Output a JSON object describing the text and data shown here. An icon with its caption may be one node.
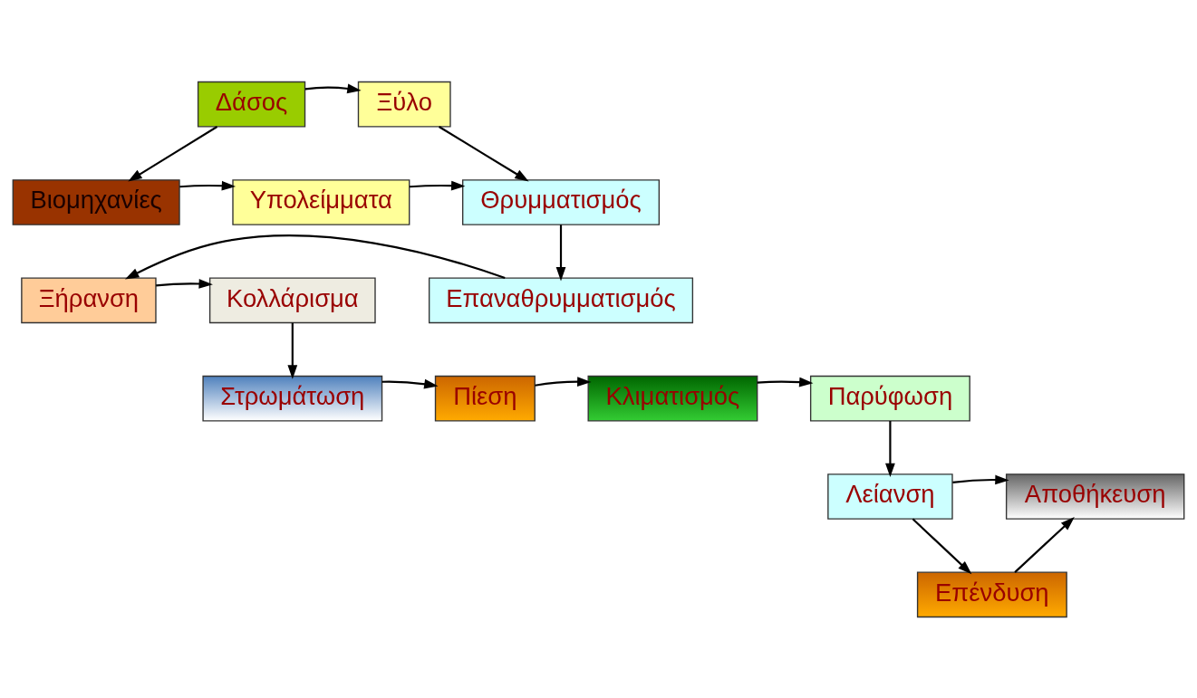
{
  "diagram": {
    "nodes": [
      {
        "text": [
          "Δάσος"
        ]
      },
      {
        "text": [
          "Ξύλο"
        ]
      },
      {
        "text": [
          "Βιομηχανίες"
        ]
      },
      {
        "text": [
          "Υπολείμματα"
        ]
      },
      {
        "text": [
          "Θρυμματισμός"
        ]
      },
      {
        "text": [
          "Επαναθρυμματισμός"
        ]
      },
      {
        "text": [
          "Ξήρανση"
        ]
      },
      {
        "text": [
          "Κολλάρισμα"
        ]
      },
      {
        "text": [
          "Στρωμάτωση"
        ]
      },
      {
        "text": [
          "Πίεση"
        ]
      },
      {
        "text": [
          "Κλιματισμός"
        ]
      },
      {
        "text": [
          "Παρύφωση"
        ]
      },
      {
        "text": [
          "Λείανση"
        ]
      },
      {
        "text": [
          "Αποθήκευση"
        ]
      },
      {
        "text": [
          "Επένδυση"
        ]
      }
    ],
    "edges": [
      {
        "from": 0,
        "to": 1,
        "arrow": "to"
      },
      {
        "from": 0,
        "to": 2,
        "arrow": "to"
      },
      {
        "from": 2,
        "to": 3,
        "arrow": "to"
      },
      {
        "from": 1,
        "to": 4,
        "arrow": "to"
      },
      {
        "from": 3,
        "to": 4,
        "arrow": "to"
      },
      {
        "from": 4,
        "to": 5,
        "arrow": "to"
      },
      {
        "from": 5,
        "to": 6,
        "arrow": "to"
      },
      {
        "from": 6,
        "to": 7,
        "arrow": "to"
      },
      {
        "from": 7,
        "to": 8,
        "arrow": "to"
      },
      {
        "from": 8,
        "to": 9,
        "arrow": "to"
      },
      {
        "from": 9,
        "to": 10,
        "arrow": "to"
      },
      {
        "from": 10,
        "to": 11,
        "arrow": "to"
      },
      {
        "from": 11,
        "to": 12,
        "arrow": "to"
      },
      {
        "from": 12,
        "to": 13,
        "arrow": "to"
      },
      {
        "from": 12,
        "to": 14,
        "arrow": "to"
      },
      {
        "from": 14,
        "to": 13,
        "arrow": "to"
      }
    ]
  }
}
